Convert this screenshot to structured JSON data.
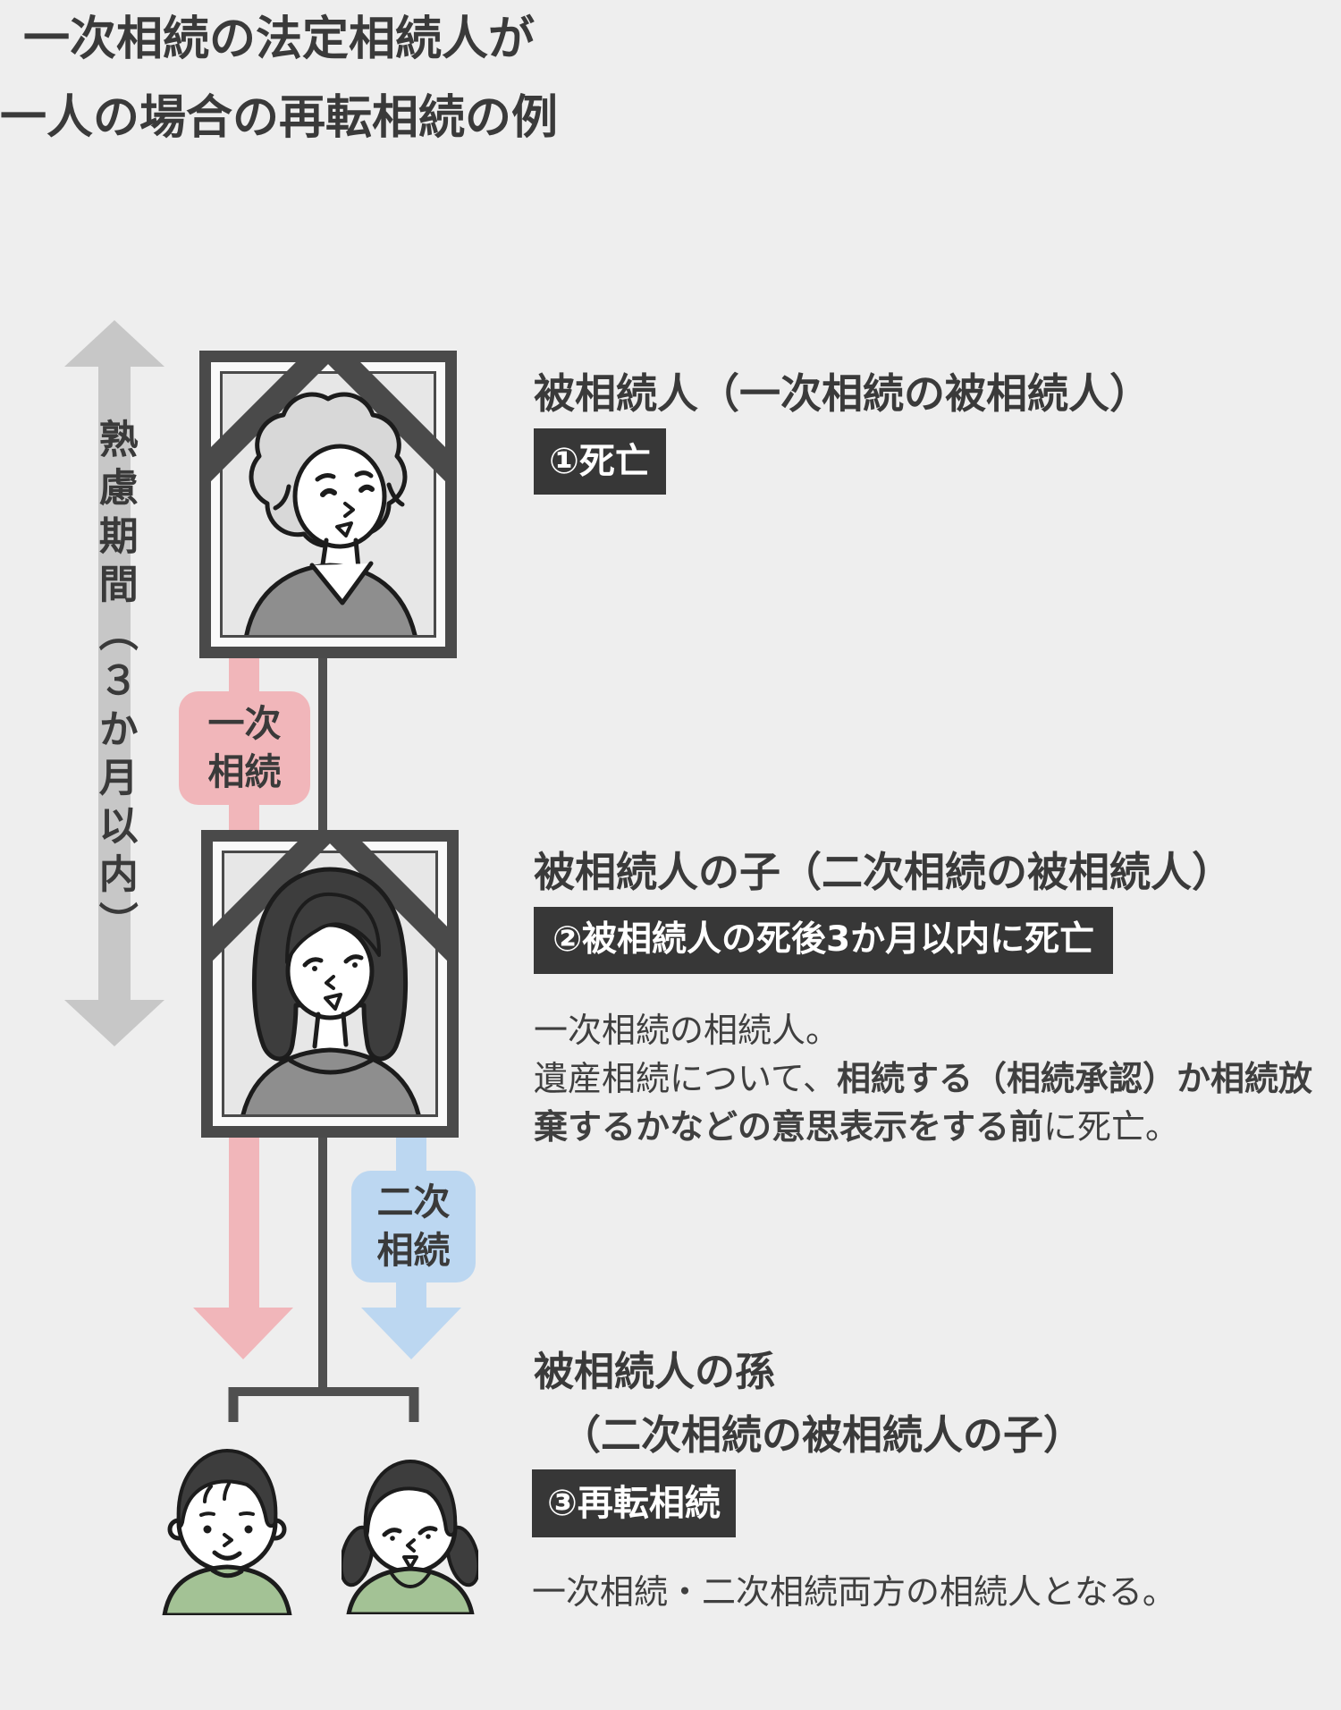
{
  "title": {
    "line1": "一次相続の法定相続人が",
    "line2": "一人の場合の再転相続の例"
  },
  "timeline": {
    "label": "熟慮期間（３か月以内）"
  },
  "arrows": {
    "primary": {
      "label": "一次相続"
    },
    "secondary": {
      "label": "二次相続"
    }
  },
  "tree": {
    "decedent": {
      "name": "被相続人（一次相続の被相続人）",
      "badge": "①死亡"
    },
    "child": {
      "name": "被相続人の子（二次相続の被相続人）",
      "badge": "②被相続人の死後3か月以内に死亡",
      "desc_line1": "一次相続の相続人。",
      "desc_line2_pre": "遺産相続について、",
      "desc_line2_bold": "相続する（相続承認）か相続放",
      "desc_line3_bold": "棄するかなどの意思表示をする前",
      "desc_line3_post": "に死亡。"
    },
    "grandchild": {
      "name_line1": "被相続人の孫",
      "name_line2": "（二次相続の被相続人の子）",
      "badge": "③再転相続",
      "desc": "一次相続・二次相続両方の相続人となる。"
    }
  },
  "colors": {
    "background": "#eeeeee",
    "ink": "#3a3a3a",
    "badge_bg": "#373737",
    "badge_text": "#ffffff",
    "frame": "#4a4a4a",
    "mat": "#fafafa",
    "photo_bg": "#e7e7e7",
    "tree_line": "#4f4f4f",
    "timeline_gray": "#c7c7c7",
    "pink": "#f1b6ba",
    "blue": "#bcd7f1",
    "hair_gray": "#d8d8d8",
    "hair_dark": "#3d3d3d",
    "clothes_gray": "#8e8e8e",
    "shirt_green": "#a3c295",
    "outline": "#1c1c1c"
  }
}
